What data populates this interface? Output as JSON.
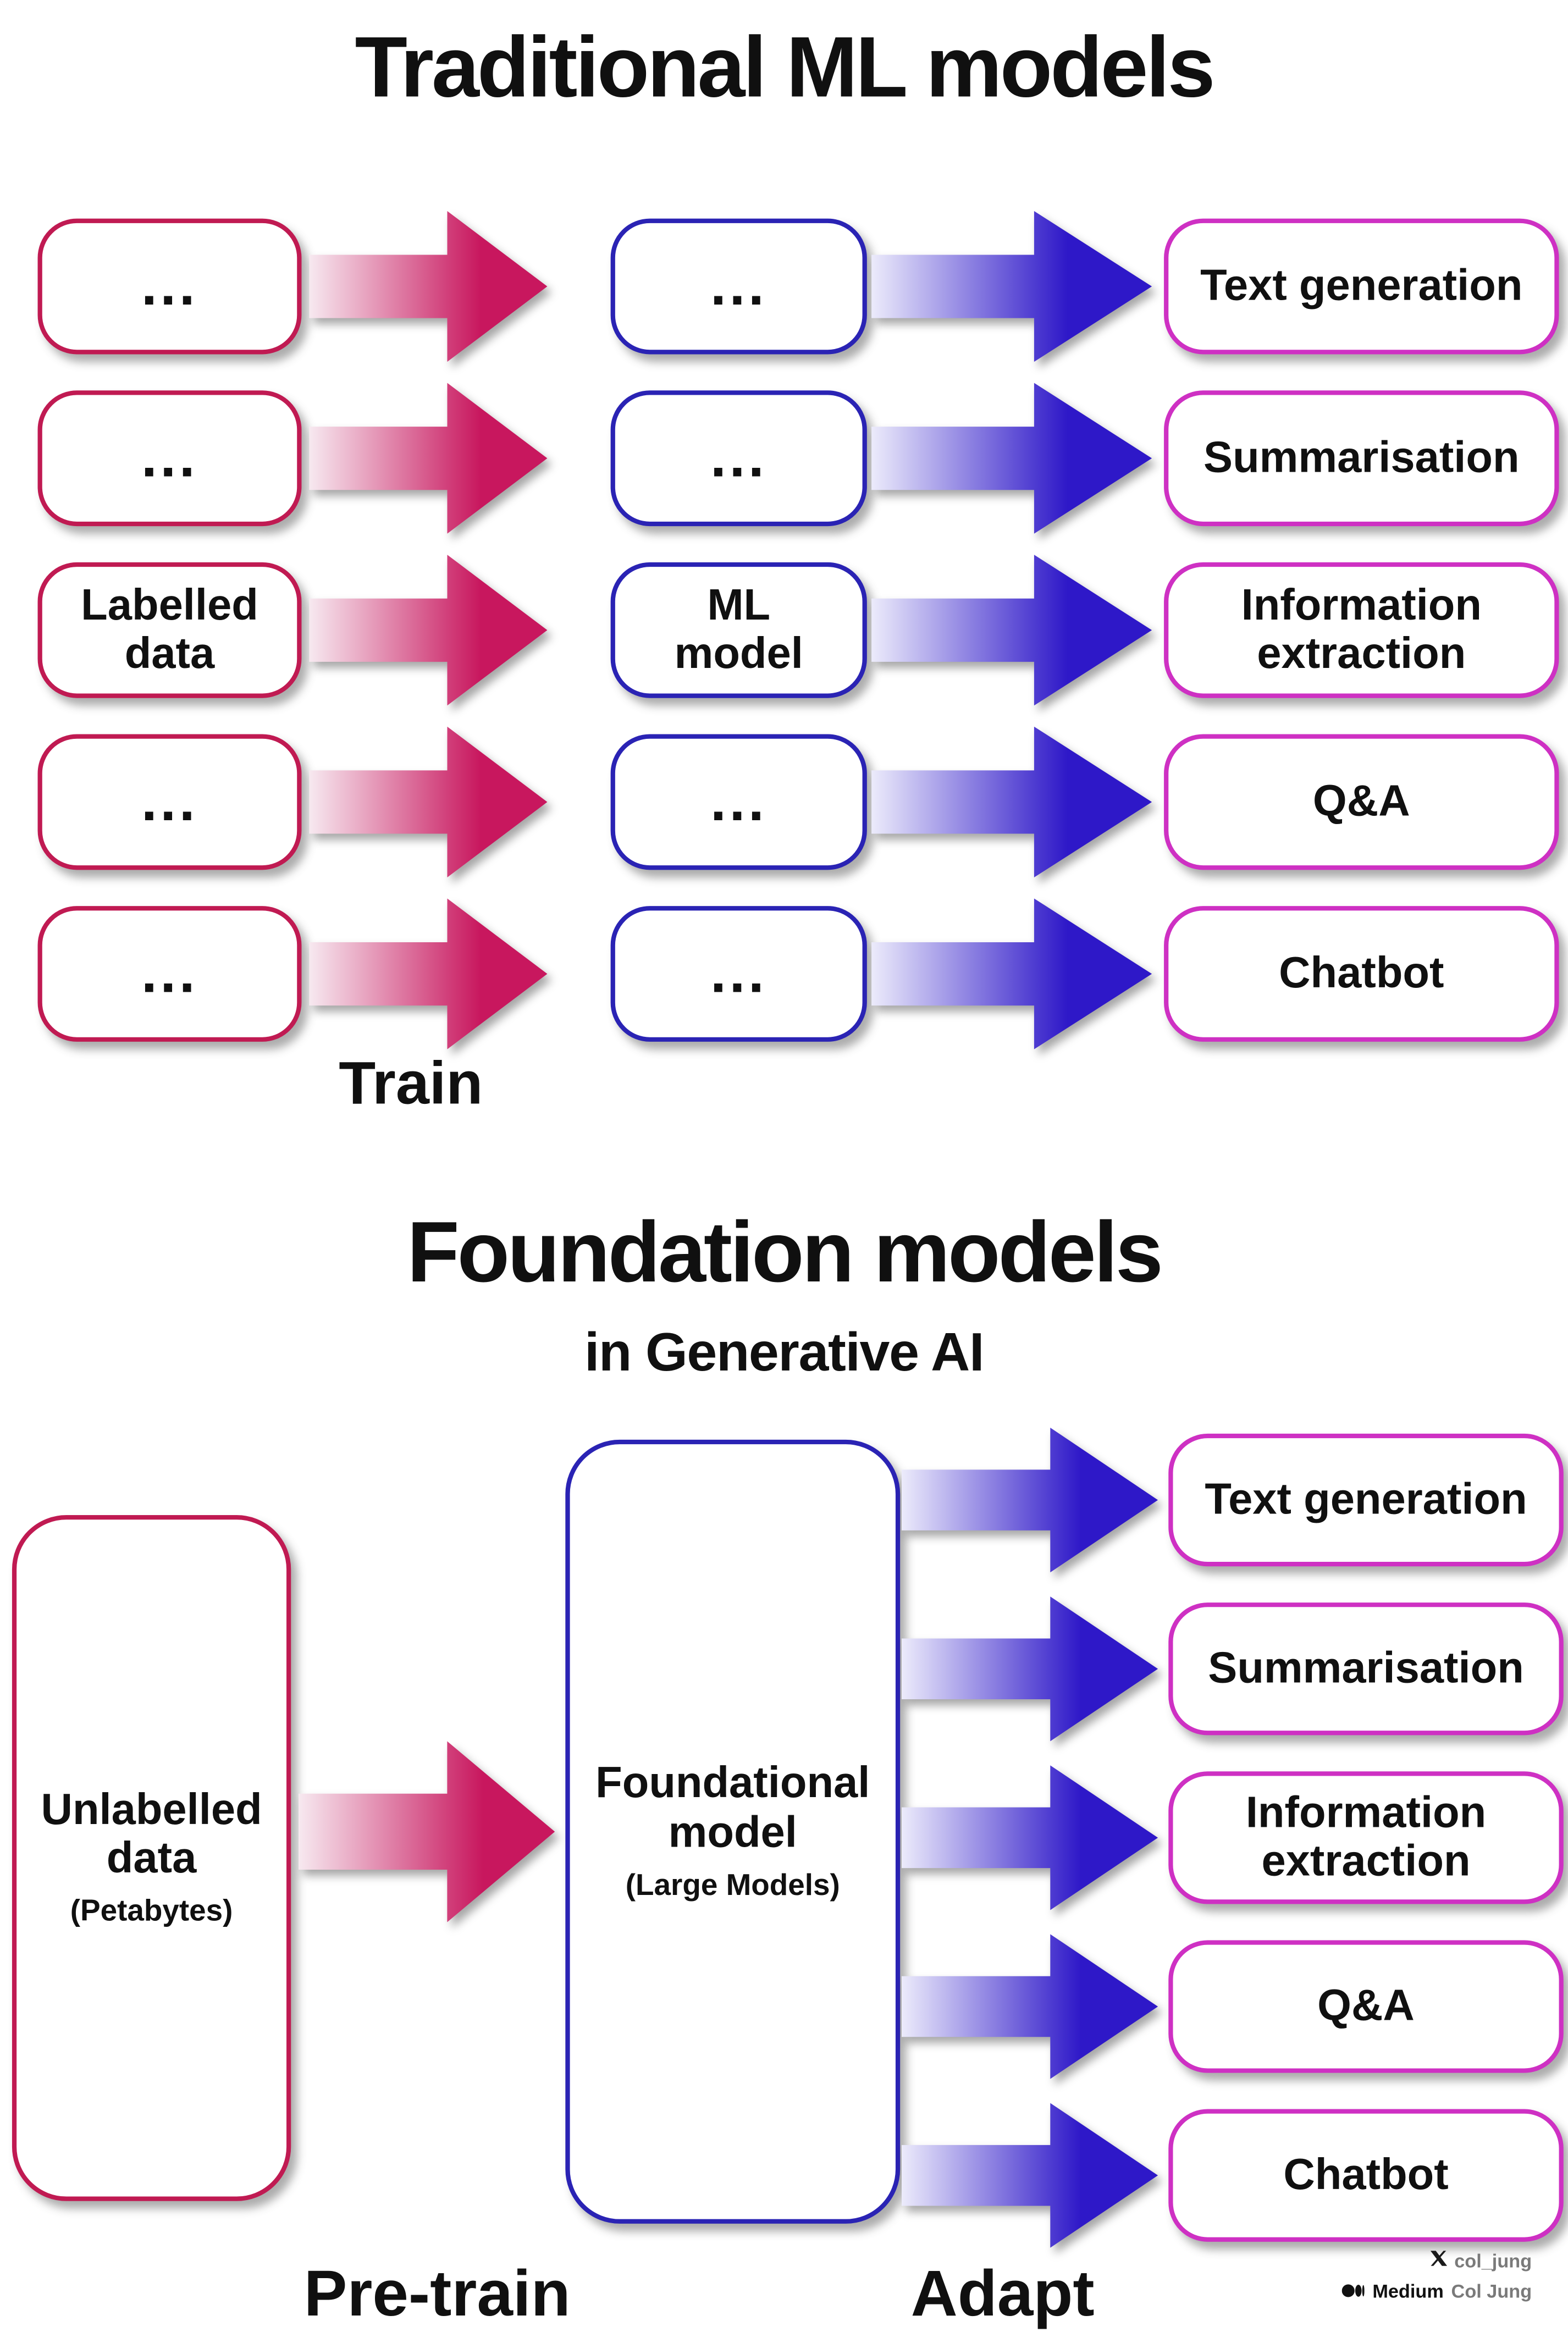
{
  "colors": {
    "crimson": "#c01a52",
    "blue-border": "#2a23b4",
    "blue-arrow": "#2e18c8",
    "magenta": "#ce30c3",
    "pink-arrow": "#c8175e",
    "pink-tail": "#f7e9f0",
    "blue-tail": "#ecebfb",
    "text": "#101010"
  },
  "traditional": {
    "title": "Traditional ML models",
    "train_label": "Train",
    "rows": [
      {
        "source": "...",
        "model": "...",
        "task": "Text generation"
      },
      {
        "source": "...",
        "model": "...",
        "task": "Summarisation"
      },
      {
        "source": "Labelled\ndata",
        "model": "ML\nmodel",
        "task": "Information extraction"
      },
      {
        "source": "...",
        "model": "...",
        "task": "Q&A"
      },
      {
        "source": "...",
        "model": "...",
        "task": "Chatbot"
      }
    ]
  },
  "foundation": {
    "title": "Foundation models",
    "subtitle": "in Generative AI",
    "pretrain_label": "Pre-train",
    "adapt_label": "Adapt",
    "source_box": {
      "title": "Unlabelled\ndata",
      "subtitle": "(Petabytes)"
    },
    "model_box": {
      "title": "Foundational\nmodel",
      "subtitle": "(Large Models)"
    },
    "tasks": [
      "Text generation",
      "Summarisation",
      "Information extraction",
      "Q&A",
      "Chatbot"
    ]
  },
  "attribution": {
    "x_handle": "col_jung",
    "medium_wordmark": "Medium",
    "medium_name": "Col Jung"
  }
}
